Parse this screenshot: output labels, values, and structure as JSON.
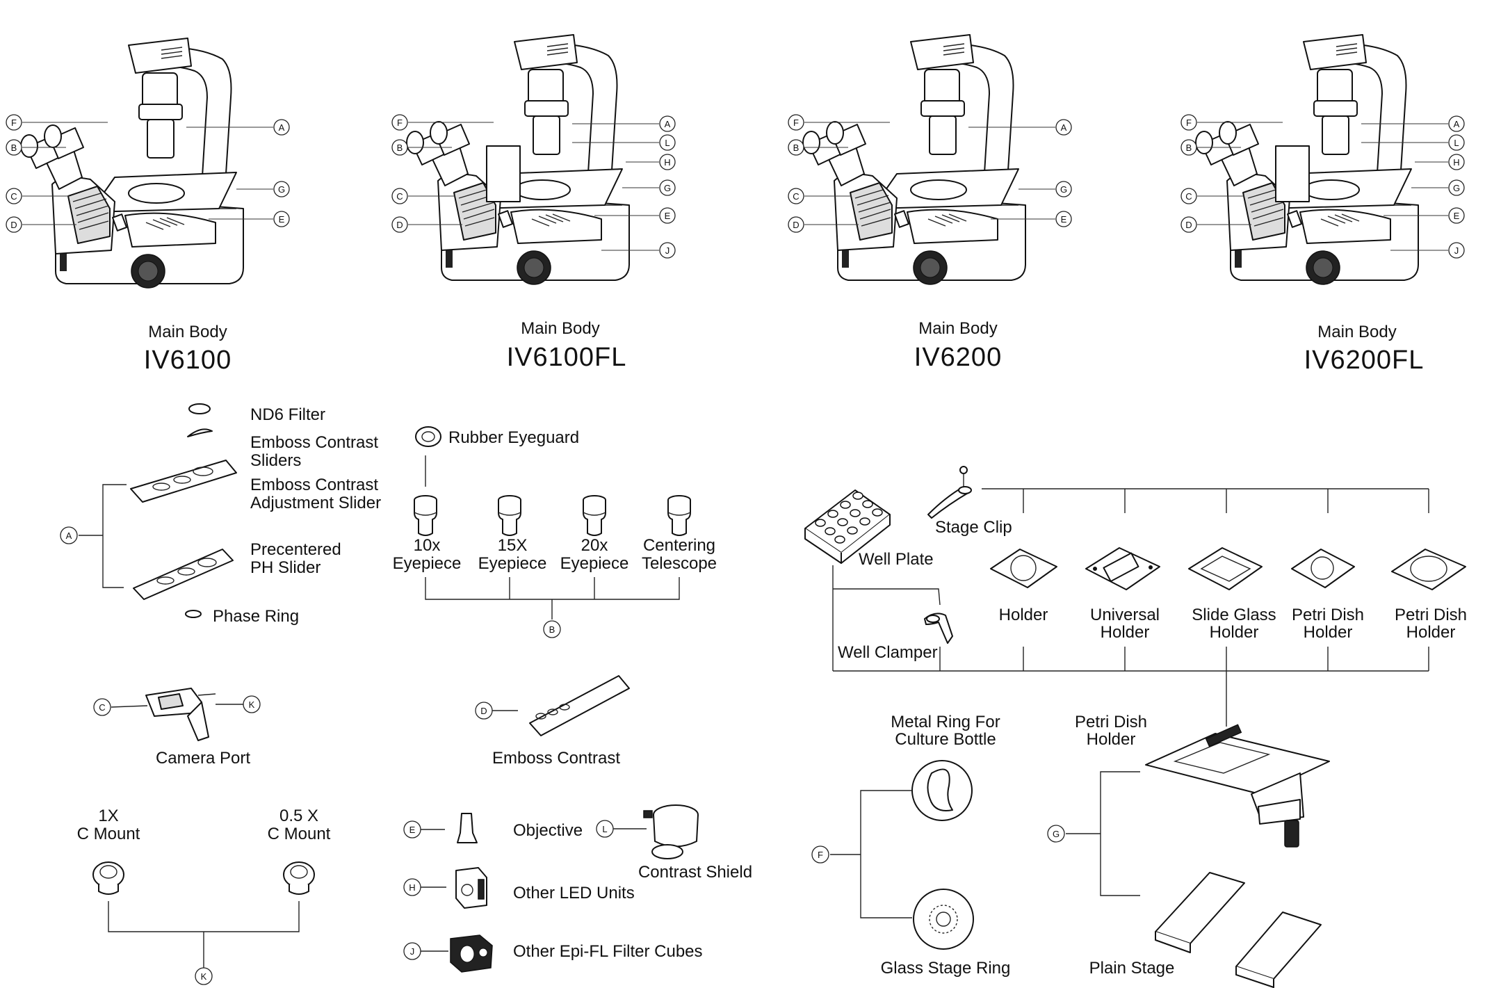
{
  "models": [
    {
      "caption": "Main Body",
      "name": "IV6100"
    },
    {
      "caption": "Main Body",
      "name": "IV6100FL"
    },
    {
      "caption": "Main Body",
      "name": "IV6200"
    },
    {
      "caption": "Main Body",
      "name": "IV6200FL"
    }
  ],
  "callout_letters": {
    "a": "A",
    "b": "B",
    "c": "C",
    "d": "D",
    "e": "E",
    "f": "F",
    "g": "G",
    "h": "H",
    "j": "J",
    "k": "K",
    "l": "L"
  },
  "group_a": {
    "nd6_filter": "ND6 Filter",
    "emboss_sliders": [
      "Emboss Contrast",
      "Sliders"
    ],
    "emboss_adjust": [
      "Emboss Contrast",
      "Adjustment Slider"
    ],
    "ph_slider": [
      "Precentered",
      "PH Slider"
    ],
    "phase_ring": "Phase Ring"
  },
  "group_b": {
    "eyeguard": "Rubber Eyeguard",
    "items": [
      [
        "10x",
        "Eyepiece"
      ],
      [
        "15X",
        "Eyepiece"
      ],
      [
        "20x",
        "Eyepiece"
      ],
      [
        "Centering",
        "Telescope"
      ]
    ]
  },
  "camera_port": "Camera Port",
  "emboss_contrast": "Emboss Contrast",
  "mounts": [
    [
      "1X",
      "C Mount"
    ],
    [
      "0.5 X",
      "C Mount"
    ]
  ],
  "objective": "Objective",
  "contrast_shield": "Contrast Shield",
  "led_units": "Other LED Units",
  "filter_cubes": "Other Epi-FL Filter Cubes",
  "stage": {
    "stage_clip": "Stage Clip",
    "well_plate": "Well Plate",
    "well_clamper": "Well Clamper",
    "holders": [
      [
        "Holder",
        ""
      ],
      [
        "Universal",
        "Holder"
      ],
      [
        "Slide Glass",
        "Holder"
      ],
      [
        "Petri Dish",
        "Holder"
      ],
      [
        "Petri Dish",
        "Holder"
      ]
    ],
    "metal_ring": [
      "Metal Ring For",
      "Culture Bottle"
    ],
    "glass_ring": "Glass Stage Ring",
    "mech_stage": [
      "Petri Dish",
      "Holder"
    ],
    "plain_stage": "Plain Stage"
  }
}
